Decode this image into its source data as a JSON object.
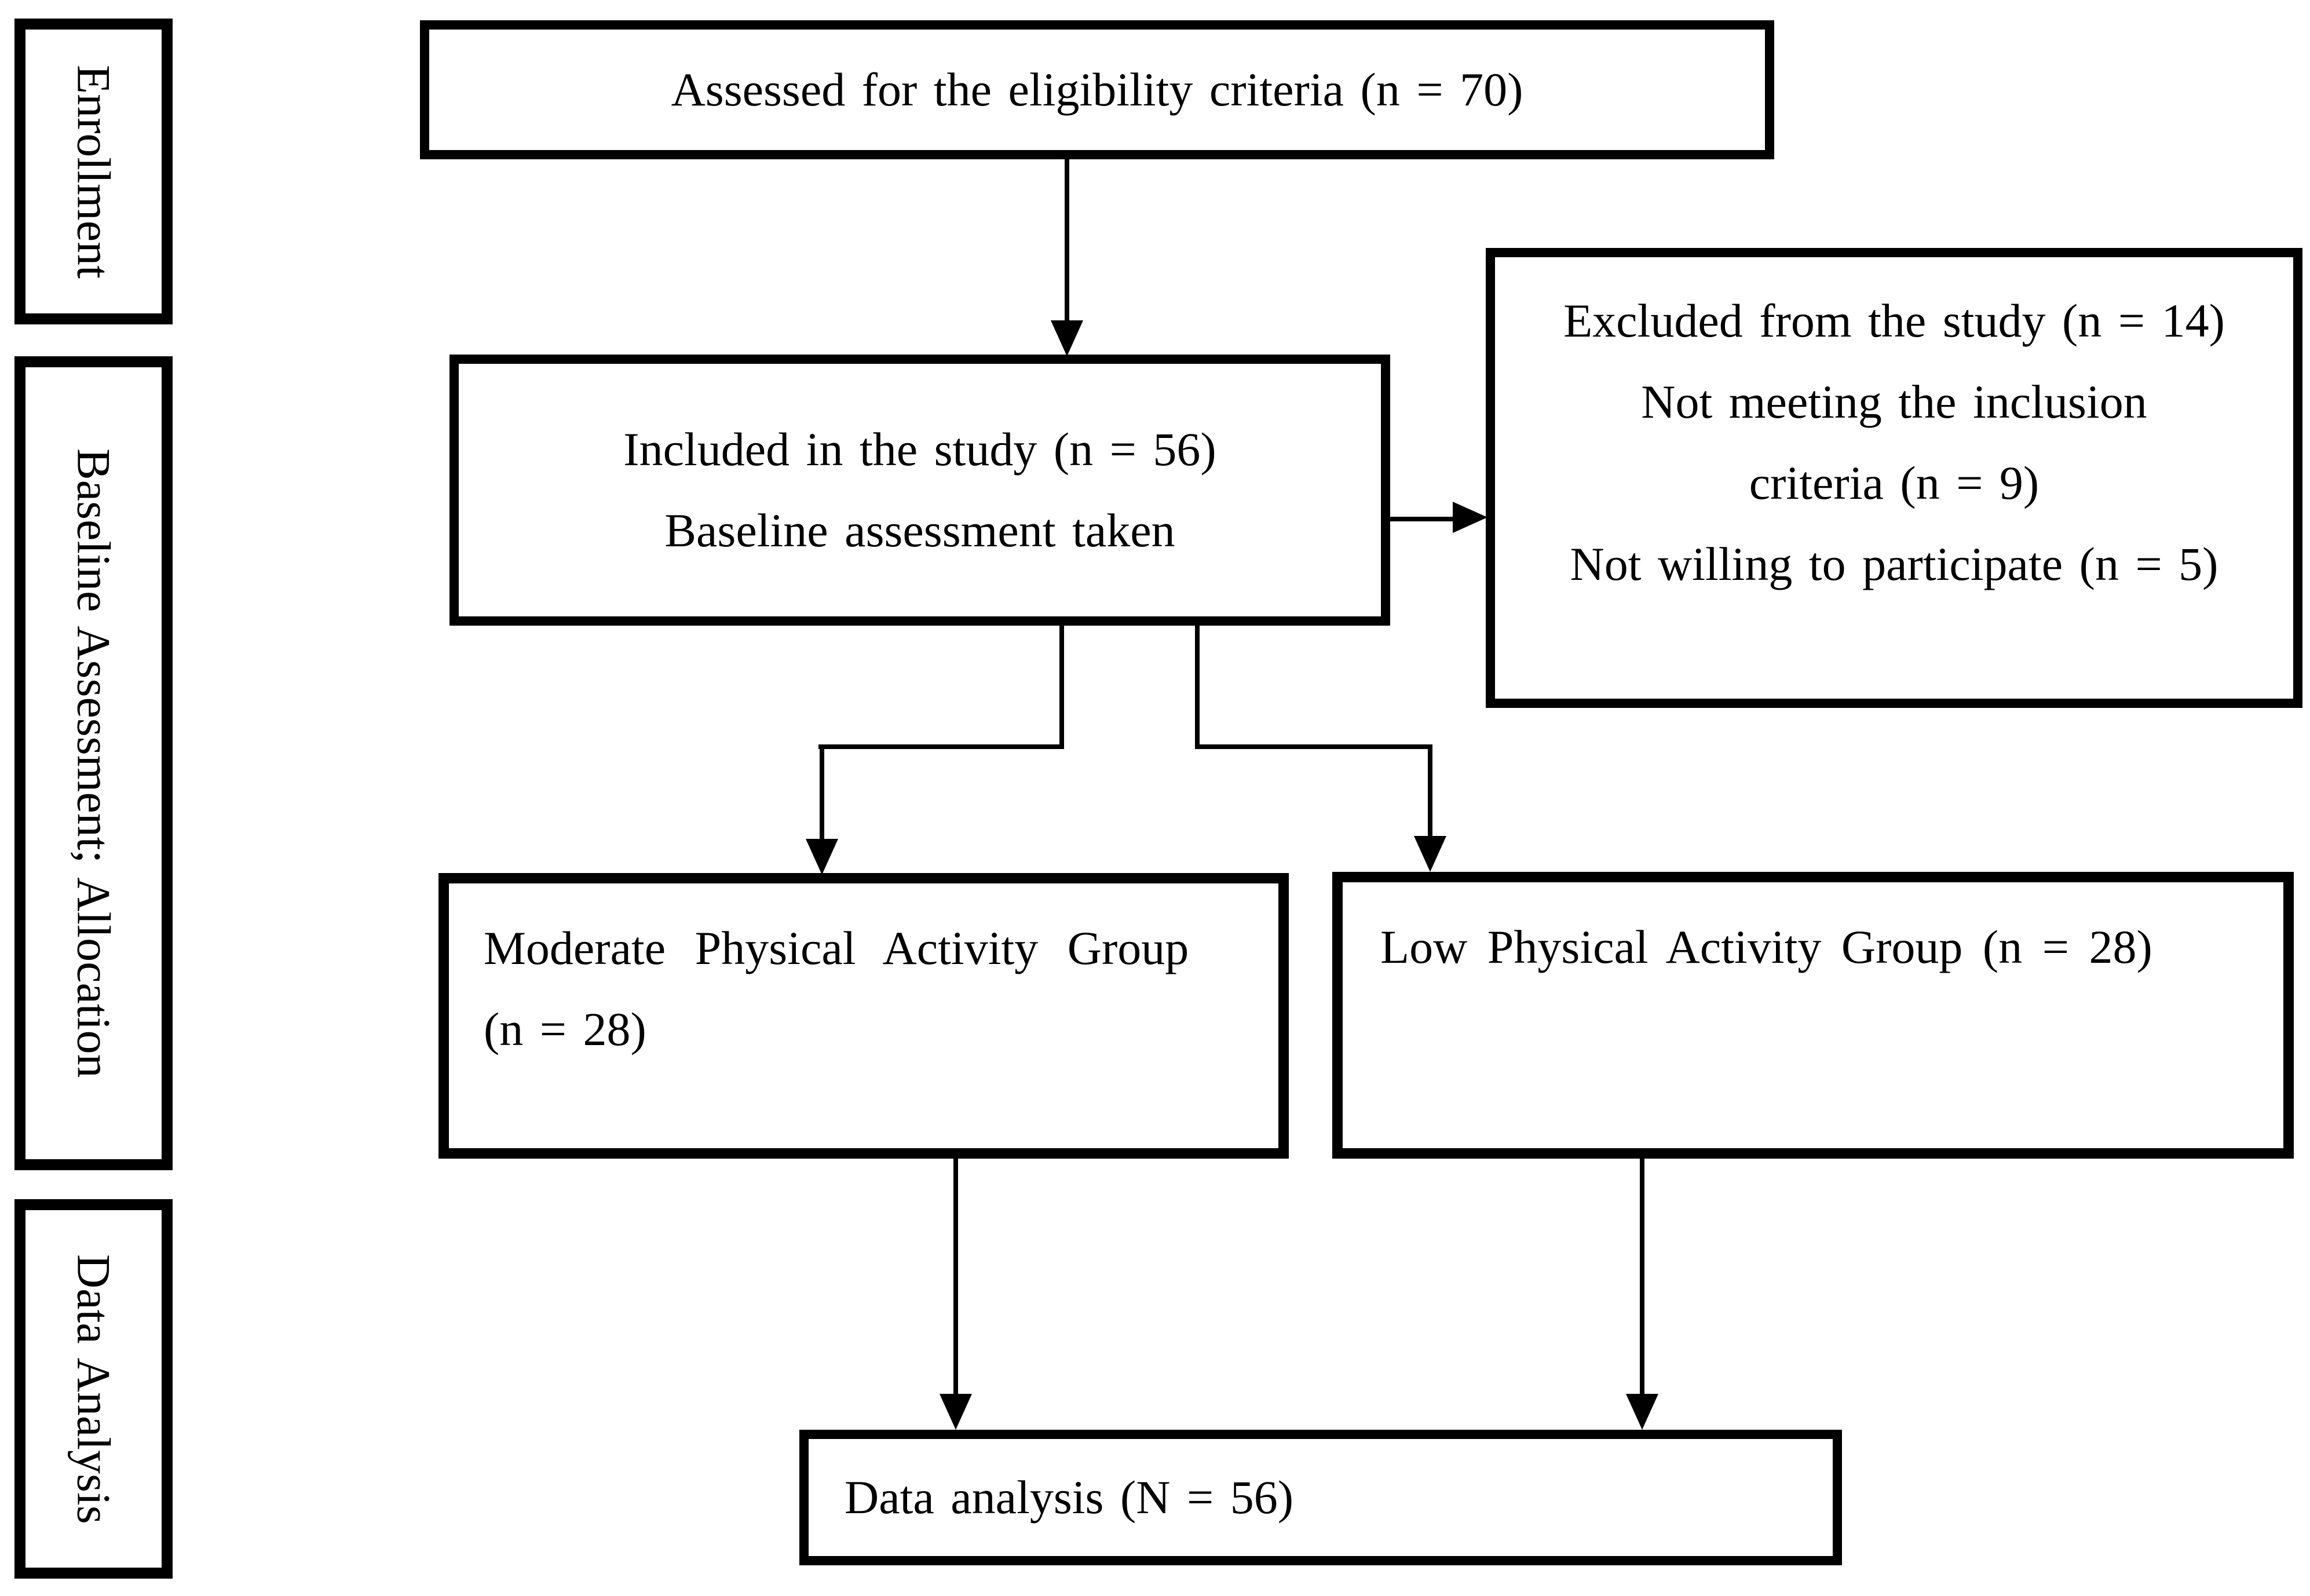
{
  "colors": {
    "ink": "#000000",
    "paper": "#ffffff"
  },
  "sidebar": {
    "enrollment": "Enrollment",
    "baseline_allocation": "Baseline Assessment; Allocation",
    "data_analysis": "Data Analysis"
  },
  "flow": {
    "assessed": {
      "line1": "Assessed for the eligibility criteria (n = 70)"
    },
    "included": {
      "line1": "Included in the study (n = 56)",
      "line2": "Baseline assessment taken"
    },
    "excluded": {
      "line1": "Excluded from the study (n = 14)",
      "line2": "Not meeting the inclusion",
      "line3": "criteria (n = 9)",
      "line4": "Not willing to participate (n = 5)"
    },
    "moderate_group": {
      "line1": "Moderate Physical Activity Group",
      "line2": "(n = 28)"
    },
    "low_group": {
      "line1": "Low Physical Activity Group (n = 28)"
    },
    "data_analysis": {
      "line1": "Data analysis (N = 56)"
    }
  }
}
